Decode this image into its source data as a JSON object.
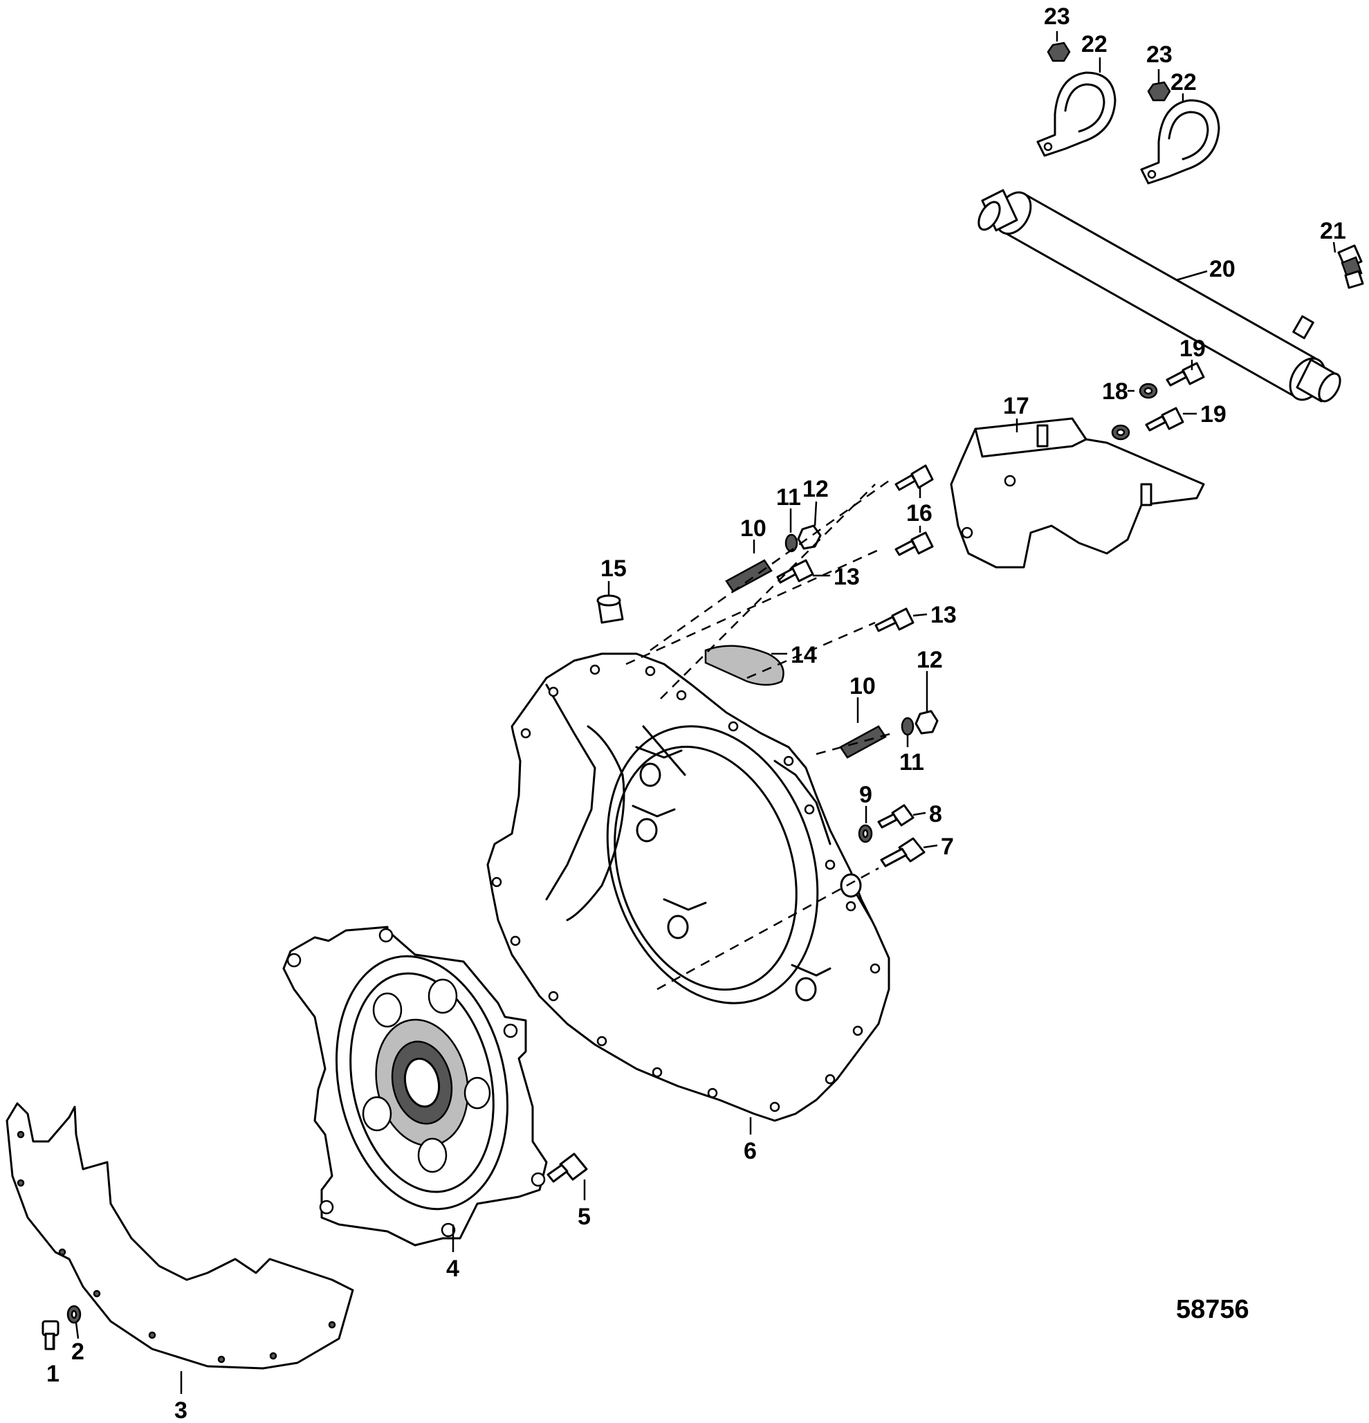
{
  "diagram": {
    "figure_number": "58756",
    "callouts": [
      "1",
      "2",
      "3",
      "4",
      "5",
      "6",
      "7",
      "8",
      "9",
      "10",
      "10",
      "11",
      "11",
      "12",
      "12",
      "13",
      "13",
      "14",
      "15",
      "16",
      "17",
      "18",
      "19",
      "19",
      "20",
      "21",
      "22",
      "22",
      "23",
      "23"
    ]
  }
}
